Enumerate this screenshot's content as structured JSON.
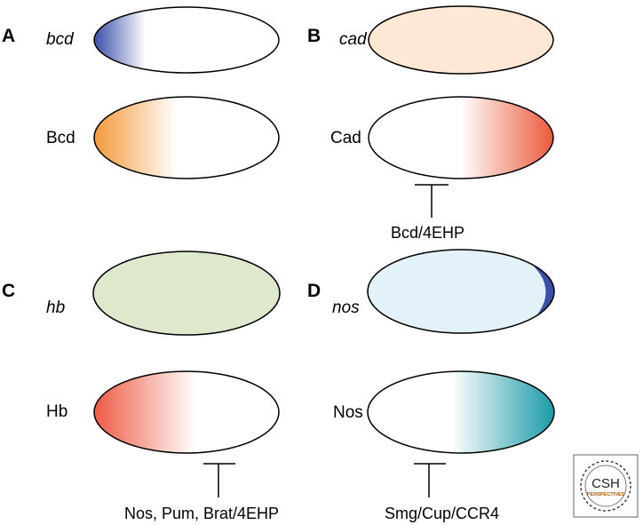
{
  "panels": {
    "A": {
      "letter": "A",
      "gene": "bcd",
      "protein": "Bcd"
    },
    "B": {
      "letter": "B",
      "gene": "cad",
      "protein": "Cad",
      "repressor": "Bcd/4EHP"
    },
    "C": {
      "letter": "C",
      "gene": "hb",
      "protein": "Hb",
      "repressor": "Nos, Pum, Brat/4EHP"
    },
    "D": {
      "letter": "D",
      "gene": "nos",
      "protein": "Nos",
      "repressor": "Smg/Cup/CCR4"
    }
  },
  "logo": {
    "title": "CSH",
    "subtitle": "PERSPECTIVES"
  },
  "colors": {
    "bcd_mrna": "#3a4fa8",
    "bcd_protein": "#f39a3a",
    "cad_mrna": "#fde8d6",
    "cad_protein": "#ea5a3a",
    "hb_mrna": "#dde8cc",
    "hb_protein": "#ee5a44",
    "nos_mrna": "#e2f2f8",
    "nos_pole": "#3a4fa8",
    "nos_protein": "#1a9aa8"
  }
}
